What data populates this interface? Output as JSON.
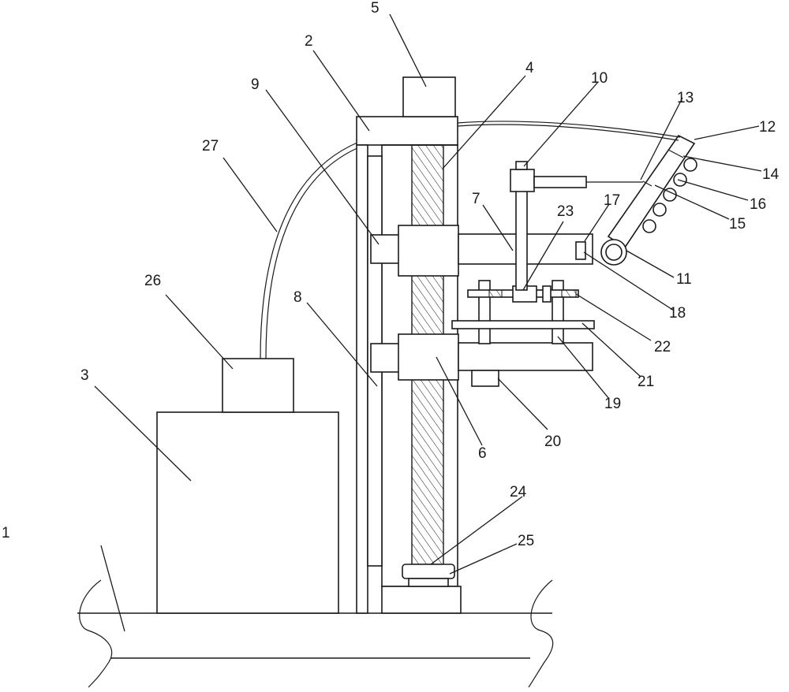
{
  "labels": {
    "l1": "1",
    "l2": "2",
    "l3": "3",
    "l4": "4",
    "l5": "5",
    "l6": "6",
    "l7": "7",
    "l8": "8",
    "l9": "9",
    "l10": "10",
    "l11": "11",
    "l12": "12",
    "l13": "13",
    "l14": "14",
    "l15": "15",
    "l16": "16",
    "l17": "17",
    "l18": "18",
    "l19": "19",
    "l20": "20",
    "l21": "21",
    "l22": "22",
    "l23": "23",
    "l24": "24",
    "l25": "25",
    "l26": "26",
    "l27": "27"
  }
}
